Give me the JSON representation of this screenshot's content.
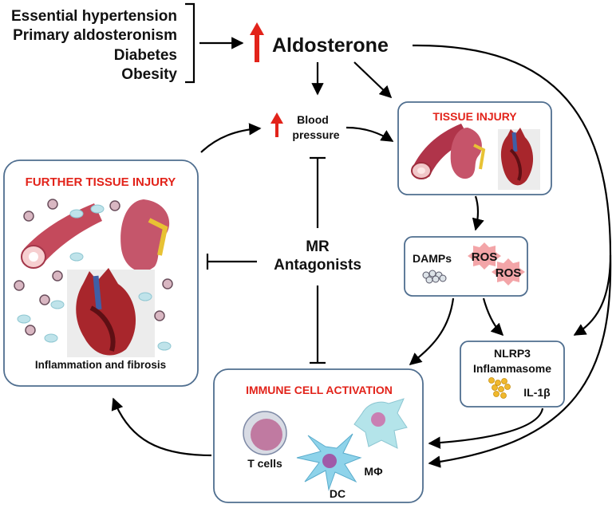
{
  "conditions": [
    "Essential hypertension",
    "Primary aldosteronism",
    "Diabetes",
    "Obesity"
  ],
  "aldosterone": "Aldosterone",
  "blood_pressure": [
    "Blood",
    "pressure"
  ],
  "mr_antagonists": [
    "MR",
    "Antagonists"
  ],
  "tissue_injury": {
    "title": "TISSUE INJURY"
  },
  "damps_ros": {
    "damps": "DAMPs",
    "ros1": "ROS",
    "ros2": "ROS"
  },
  "nlrp3": {
    "line1": "NLRP3",
    "line2": "Inflammasome",
    "il": "IL-1β"
  },
  "further_injury": {
    "title": "FURTHER TISSUE INJURY",
    "caption": "Inflammation and fibrosis"
  },
  "immune": {
    "title": "IMMUNE CELL ACTIVATION",
    "tcells": "T cells",
    "dc": "DC",
    "macrophage": "MΦ"
  },
  "colors": {
    "title_red": "#e2231a",
    "box_border": "#4f6e8f",
    "arrow": "#000000"
  }
}
